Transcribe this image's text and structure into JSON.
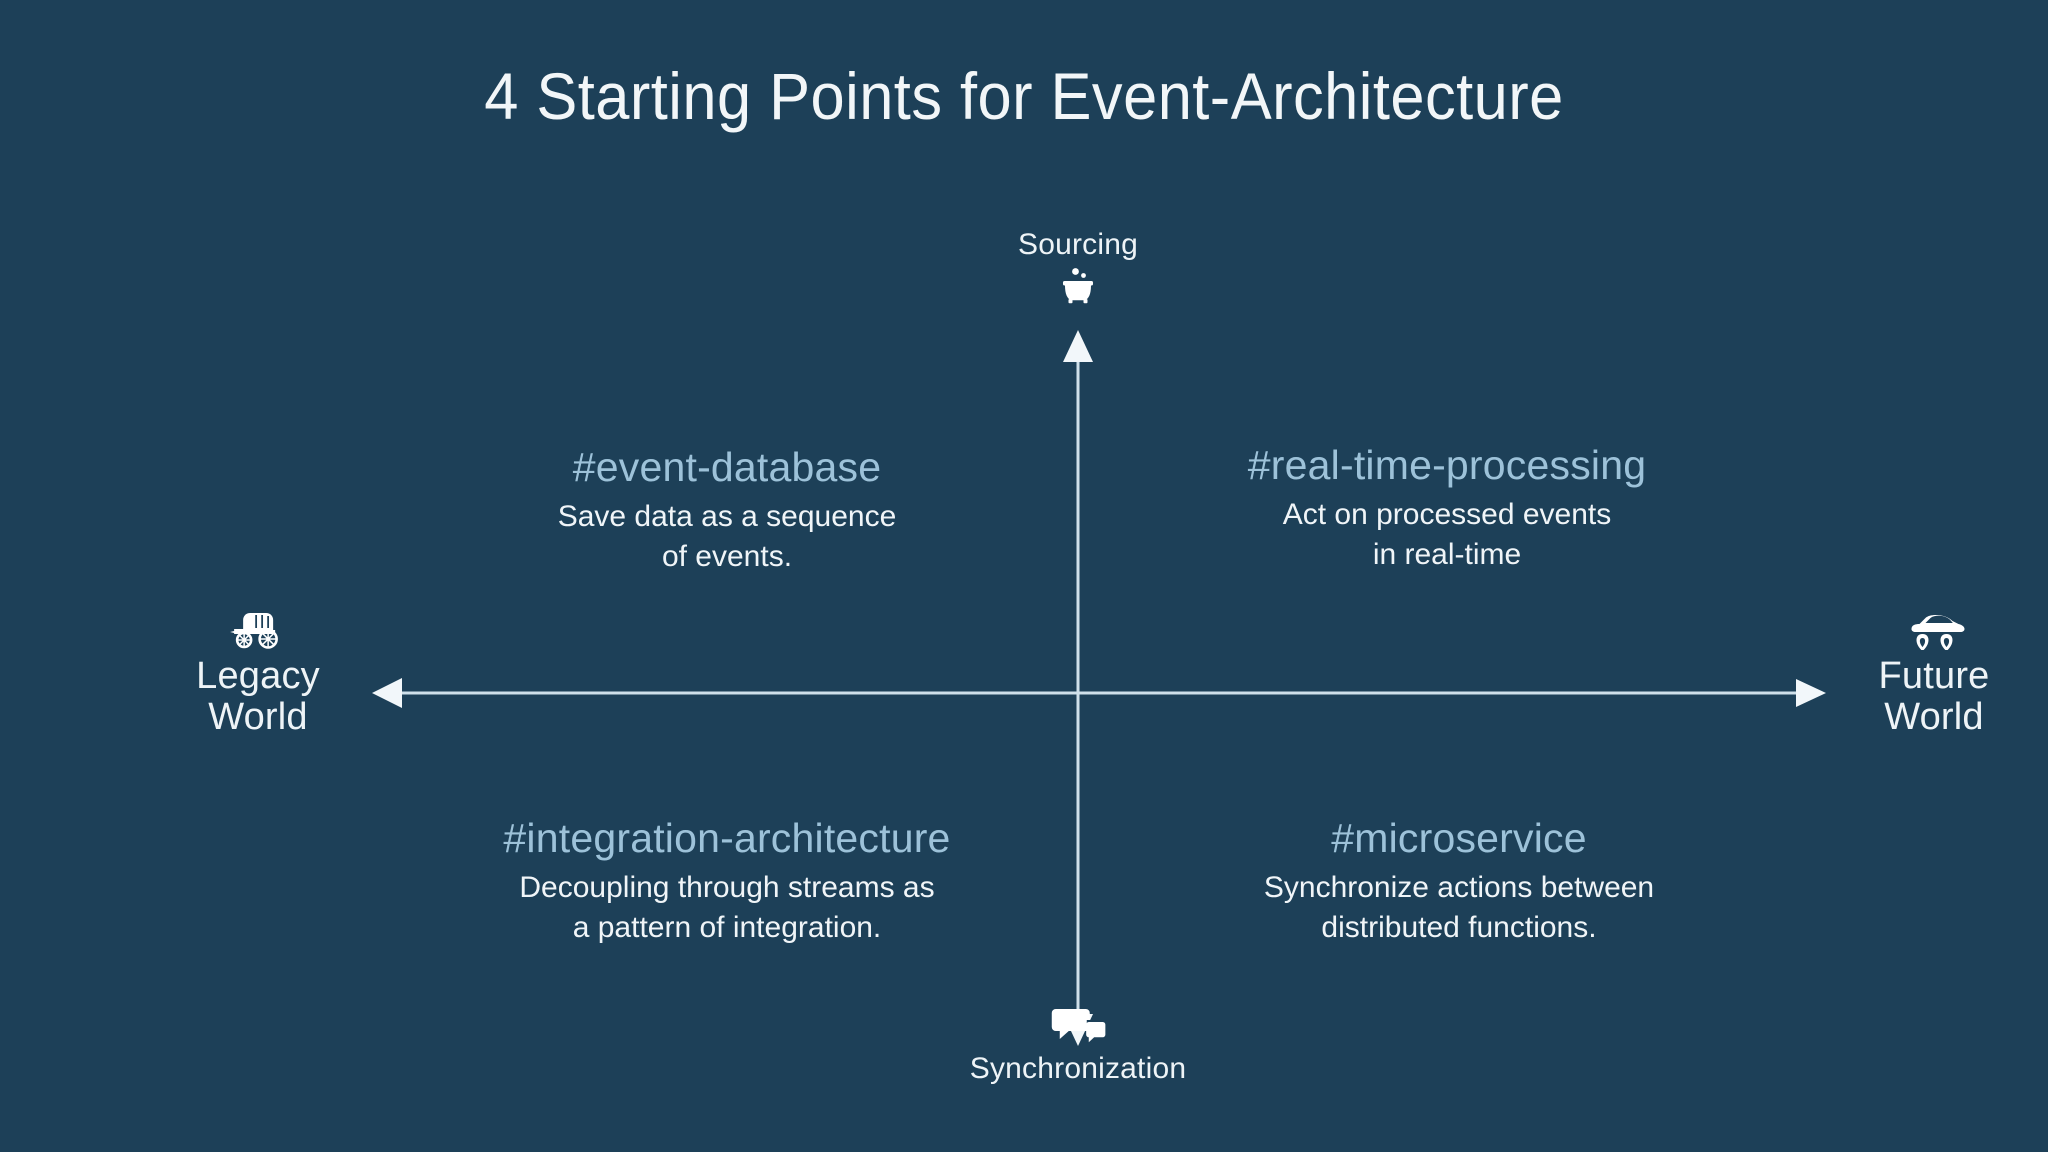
{
  "slide": {
    "title": "4 Starting Points for Event-Architecture",
    "background_color": "#1d4058",
    "text_color": "#f0f5f8",
    "tag_color": "#9dc2d9",
    "axis_color": "#cfe0ea"
  },
  "axes": {
    "vertical": {
      "top_label": "Sourcing",
      "top_icon": "cauldron-icon",
      "bottom_label": "Synchronization",
      "bottom_icon": "speech-bubbles-icon"
    },
    "horizontal": {
      "left_label_line1": "Legacy",
      "left_label_line2": "World",
      "left_icon": "horse-carriage-icon",
      "right_label_line1": "Future",
      "right_label_line2": "World",
      "right_icon": "flying-car-icon"
    }
  },
  "quadrants": [
    {
      "position": "top-left",
      "tag": "#event-database",
      "desc_line1": "Save data as a sequence",
      "desc_line2": "of events."
    },
    {
      "position": "top-right",
      "tag": "#real-time-processing",
      "desc_line1": "Act on processed events",
      "desc_line2": "in real-time"
    },
    {
      "position": "bottom-left",
      "tag": "#integration-architecture",
      "desc_line1": "Decoupling through streams as",
      "desc_line2": "a pattern of integration."
    },
    {
      "position": "bottom-right",
      "tag": "#microservice",
      "desc_line1": "Synchronize actions between",
      "desc_line2": "distributed functions."
    }
  ]
}
